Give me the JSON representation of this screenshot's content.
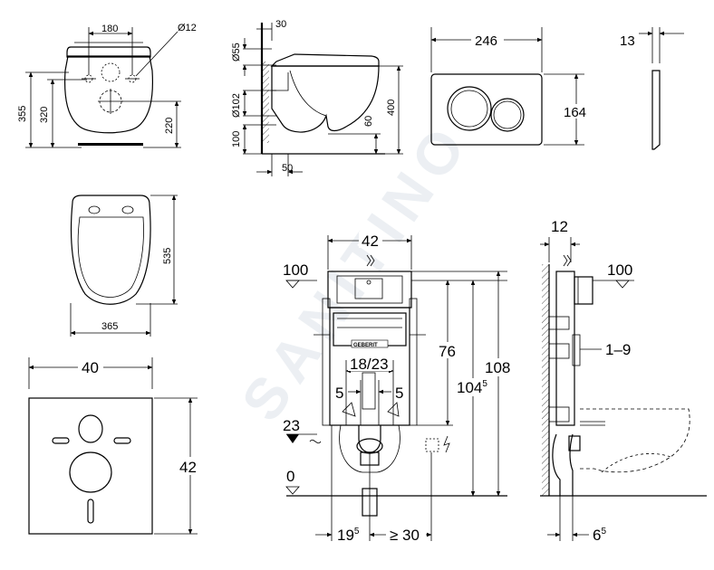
{
  "watermark": "SANITINO",
  "views": {
    "front": {
      "width": "180",
      "hole": "Ø12",
      "height_total": "355",
      "height_inner": "320",
      "height_outlet": "220"
    },
    "side": {
      "top_offset": "30",
      "diameter_55": "Ø55",
      "diameter_102": "Ø102",
      "height_400": "400",
      "height_100": "100",
      "height_60": "60",
      "depth_50": "50"
    },
    "plate_front": {
      "width": "246",
      "height": "164"
    },
    "plate_side": {
      "thickness": "13"
    },
    "top_view": {
      "length": "535",
      "width": "365"
    },
    "sound_mat": {
      "width": "40",
      "height": "42"
    },
    "frame_front": {
      "width": "42",
      "level_100": "100",
      "height_76": "76",
      "height_104_base": "104",
      "height_104_exp": "5",
      "height_108": "108",
      "gap_18_23": "18/23",
      "offset_left": "5",
      "offset_right": "5",
      "level_23": "23",
      "level_0": "0",
      "bottom_19_base": "19",
      "bottom_19_exp": "5",
      "bottom_30": "≥ 30",
      "brand": "GEBERIT"
    },
    "frame_side": {
      "depth": "12",
      "level_100": "100",
      "range": "1–9",
      "bottom_6_base": "6",
      "bottom_6_exp": "5"
    }
  }
}
